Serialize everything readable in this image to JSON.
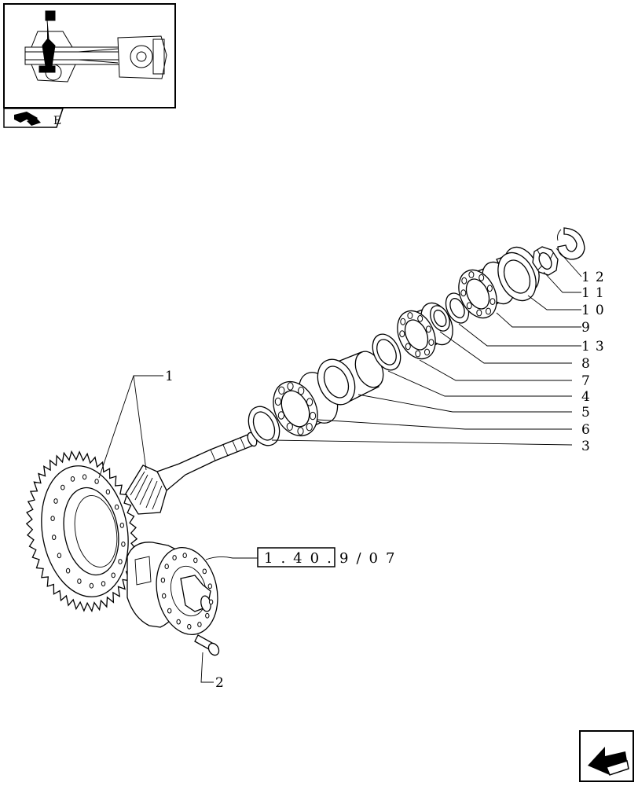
{
  "callouts": [
    {
      "id": "1",
      "text": "1"
    },
    {
      "id": "2",
      "text": "2"
    },
    {
      "id": "3",
      "text": "3"
    },
    {
      "id": "4",
      "text": "4"
    },
    {
      "id": "5",
      "text": "5"
    },
    {
      "id": "6",
      "text": "6"
    },
    {
      "id": "7",
      "text": "7"
    },
    {
      "id": "8",
      "text": "8"
    },
    {
      "id": "9",
      "text": "9"
    },
    {
      "id": "10",
      "text": "10"
    },
    {
      "id": "11",
      "text": "11"
    },
    {
      "id": "12",
      "text": "12"
    },
    {
      "id": "13",
      "text": "13"
    }
  ],
  "reference": {
    "boxed": "1.40.",
    "rest": "9/07"
  },
  "thumbnail_tab": {
    "letter": "E"
  },
  "icons": {
    "thumbnail_tab_icon": "book-arrow-icon",
    "nav_arrow": "arrow-down-left-icon"
  }
}
